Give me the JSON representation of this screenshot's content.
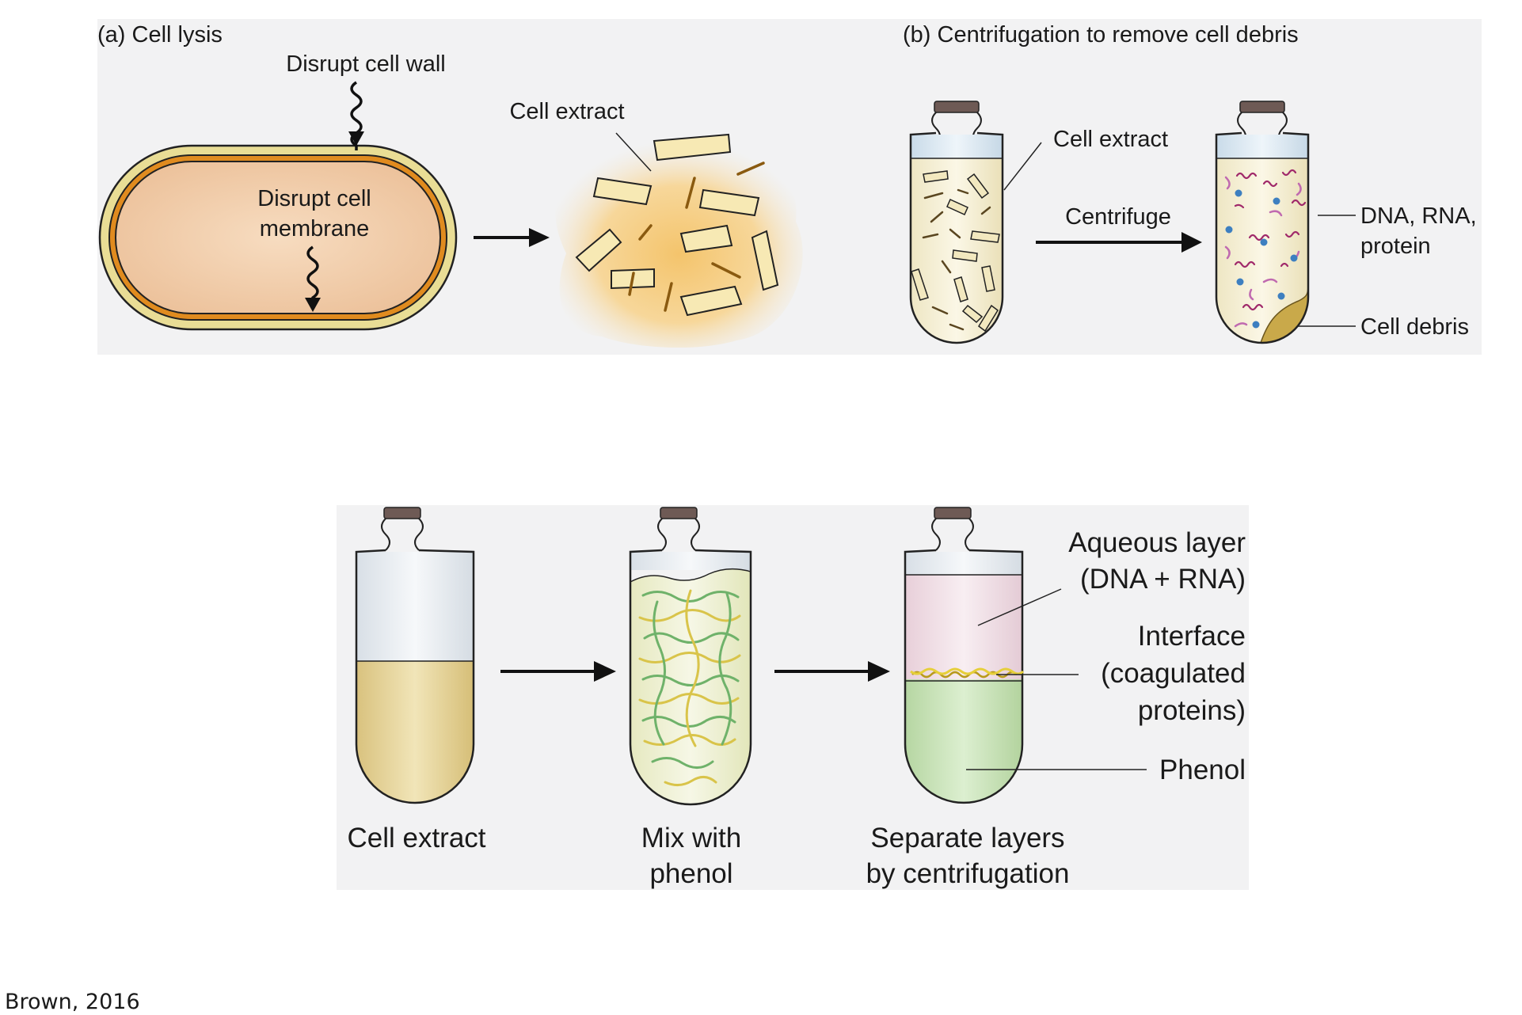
{
  "panel_a": {
    "title": "(a)  Cell lysis",
    "disrupt_wall": "Disrupt cell wall",
    "disrupt_membrane_line1": "Disrupt cell",
    "disrupt_membrane_line2": "membrane",
    "cell_extract": "Cell extract"
  },
  "panel_b": {
    "title": "(b)  Centrifugation to remove cell debris",
    "cell_extract": "Cell extract",
    "centrifuge": "Centrifuge",
    "dna_line1": "DNA, RNA,",
    "dna_line2": "protein",
    "debris": "Cell debris"
  },
  "panel_c": {
    "tube1_caption": "Cell extract",
    "tube2_caption_line1": "Mix with",
    "tube2_caption_line2": "phenol",
    "tube3_caption_line1": "Separate layers",
    "tube3_caption_line2": "by centrifugation",
    "aqueous_line1": "Aqueous layer",
    "aqueous_line2": "(DNA + RNA)",
    "interface_line1": "Interface",
    "interface_line2": "(coagulated",
    "interface_line3": "proteins)",
    "phenol": "Phenol"
  },
  "credit": "Brown, 2016",
  "colors": {
    "panel_bg": "#f2f2f3",
    "cell_wall": "#e9dd95",
    "membrane": "#e08b1f",
    "cytoplasm": "#f0c9a0",
    "extract_yellow": "#e8d9a0",
    "aqueous_pink": "#f1dbe3",
    "phenol_green": "#c9e2b8",
    "dna_magenta": "#a0296a",
    "protein_blue": "#3d7fc0",
    "cap": "#6e5a55"
  }
}
